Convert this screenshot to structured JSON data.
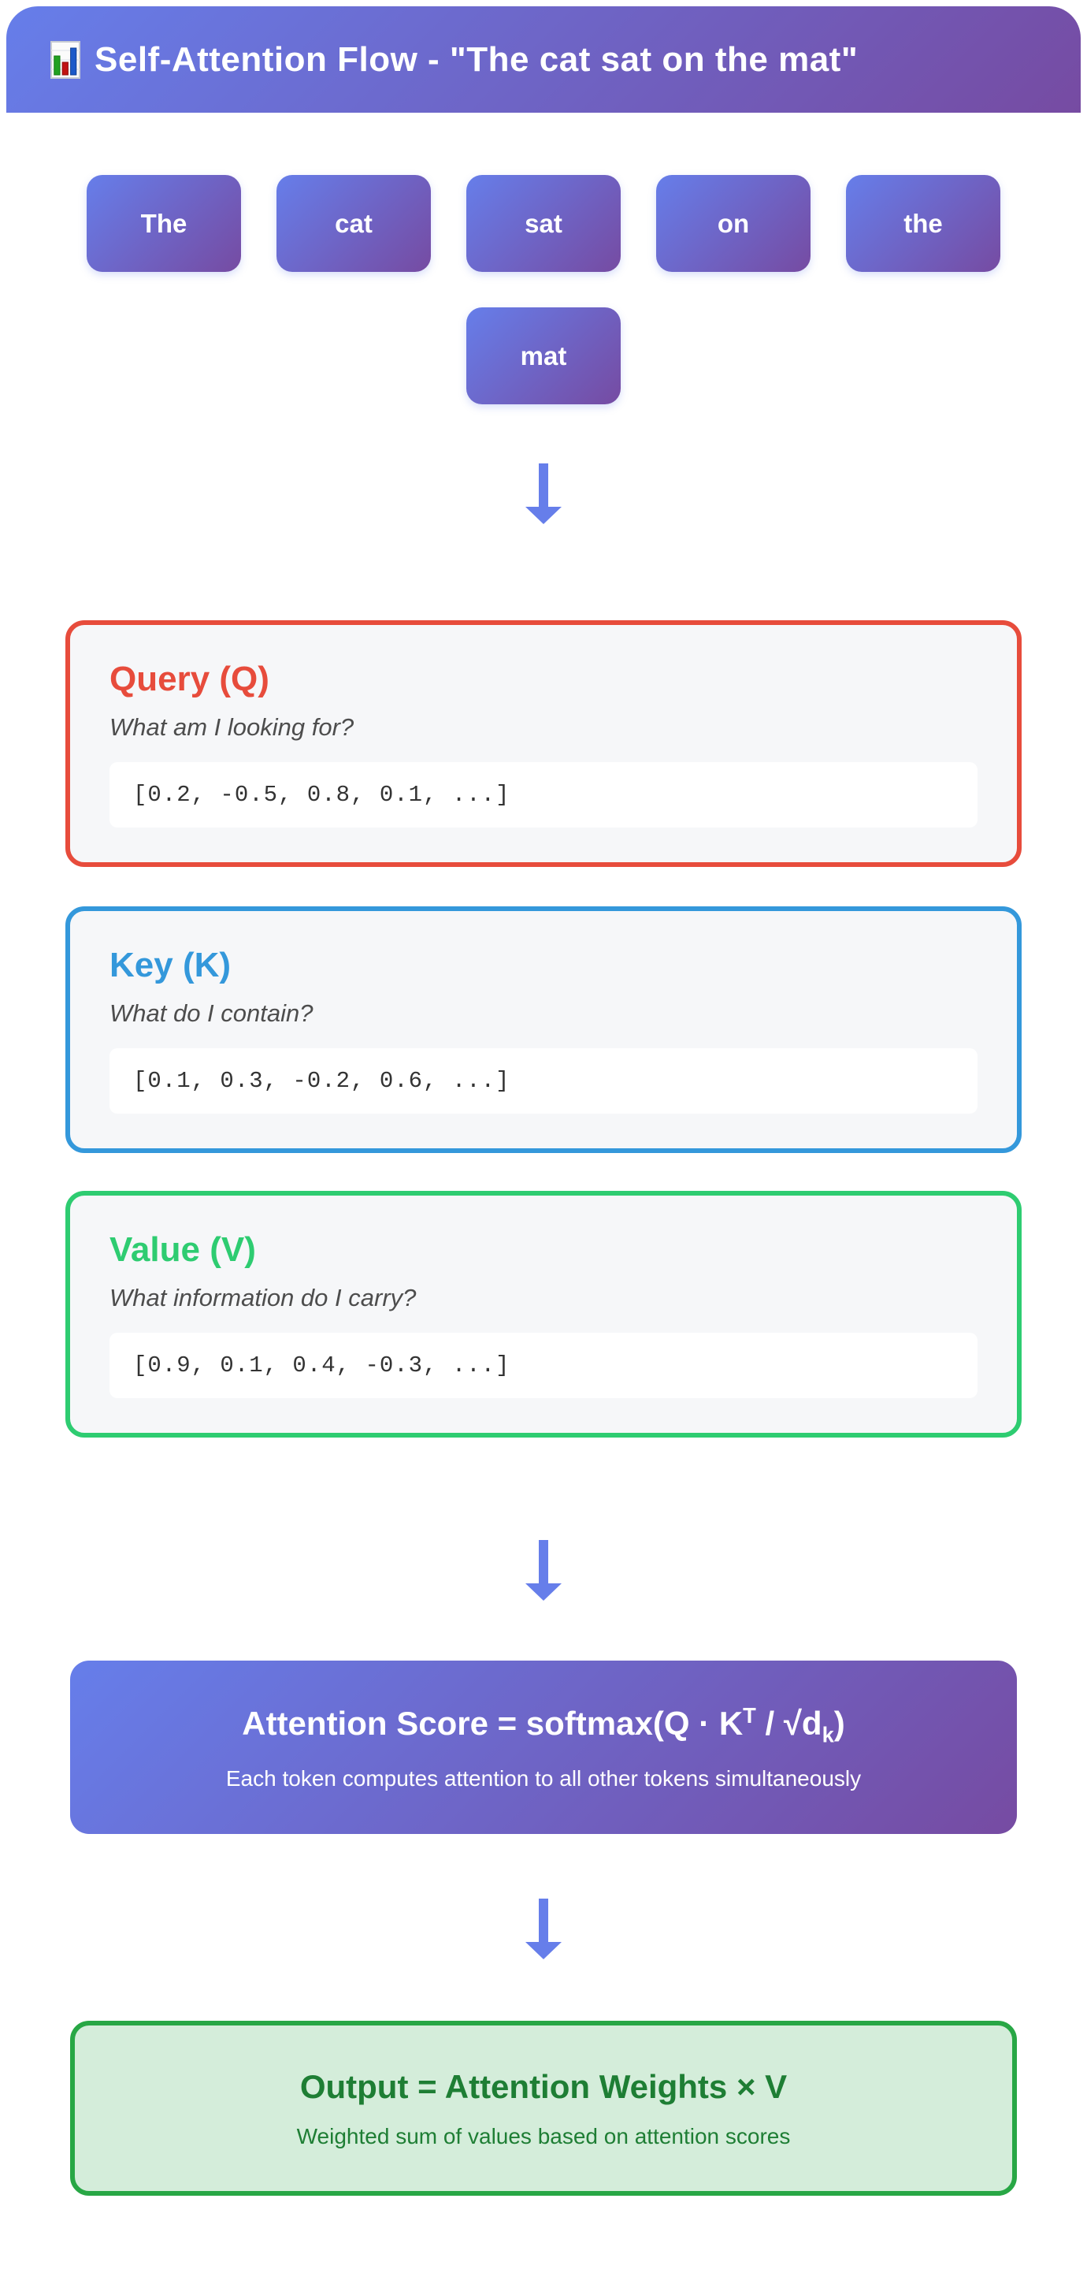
{
  "header": {
    "icon": "bar-chart-icon",
    "title": "Self-Attention Flow - \"The cat sat on the mat\""
  },
  "tokens": [
    "The",
    "cat",
    "sat",
    "on",
    "the",
    "mat"
  ],
  "cards": [
    {
      "id": "query",
      "title": "Query (Q)",
      "question": "What am I looking for?",
      "vector": "[0.2, -0.5, 0.8, 0.1, ...]",
      "accent_color": "#e74c3c"
    },
    {
      "id": "key",
      "title": "Key (K)",
      "question": "What do I contain?",
      "vector": "[0.1, 0.3, -0.2, 0.6, ...]",
      "accent_color": "#3498db"
    },
    {
      "id": "value",
      "title": "Value (V)",
      "question": "What information do I carry?",
      "vector": "[0.9, 0.1, 0.4, -0.3, ...]",
      "accent_color": "#2ecc71"
    }
  ],
  "attention": {
    "formula_prefix": "Attention Score = softmax(Q · K",
    "formula_sup": "T",
    "formula_mid": " / √d",
    "formula_sub": "k",
    "formula_suffix": ")",
    "subtitle": "Each token computes attention to all other tokens simultaneously"
  },
  "output": {
    "formula": "Output = Attention Weights × V",
    "subtitle": "Weighted sum of values based on attention scores"
  },
  "icons": {
    "header_icon": "bar-chart-icon",
    "flow_icon": "down-arrow-icon"
  },
  "colors": {
    "gradient_start": "#667eea",
    "gradient_end": "#764ba2",
    "arrow": "#667eea",
    "query_accent": "#e74c3c",
    "key_accent": "#3498db",
    "value_accent": "#2ecc71",
    "card_background": "#f6f7f9",
    "vector_background": "#ffffff",
    "output_background": "#d4edda",
    "output_border": "#28a745",
    "output_text": "#1e7e34",
    "header_text": "#ffffff"
  }
}
